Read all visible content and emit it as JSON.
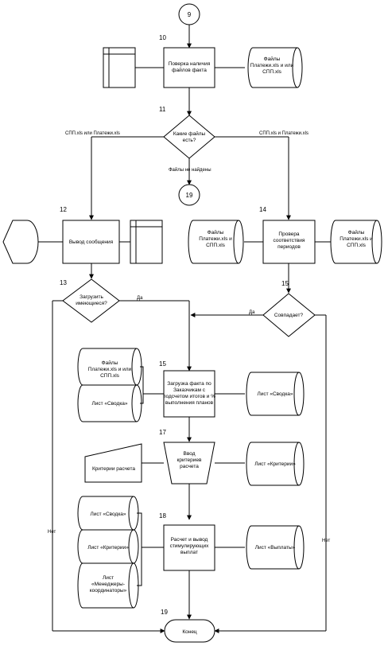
{
  "connectors": {
    "top": "9",
    "mid": "19"
  },
  "steps": {
    "n10": "10",
    "n11": "11",
    "n12": "12",
    "n13": "13",
    "n14": "14",
    "n15": "15",
    "n16": "15",
    "n17": "17",
    "n18": "18",
    "n19": "19"
  },
  "nodes": {
    "check_files": [
      "Поверка наличия",
      "файлов факта"
    ],
    "files_top": [
      "Файлы",
      "Платежи.xls и или",
      "СПП.xls"
    ],
    "which_files": [
      "Какие файлы",
      "есть?"
    ],
    "output_msg": "Вывод сообщения",
    "files_plat": [
      "Файлы",
      "Платежи.xls и",
      "СПП.xls"
    ],
    "check_periods": [
      "Провера",
      "соответствия",
      "периодов"
    ],
    "files_plat_right": [
      "Файлы",
      "Платежи.xls и",
      "СПП.xls"
    ],
    "load_existing": [
      "Загрузить",
      "имеющиеся?"
    ],
    "match": "Совпадает?",
    "files_mid": [
      "Файлы",
      "Платежи.xls и или",
      "СПП.xls"
    ],
    "sheet_summary_in": "Лист «Сводка»",
    "load_fact": [
      "Загрузка факта по",
      "Заказчикам с",
      "подсчетом итогов и %",
      "выполнения планов"
    ],
    "sheet_summary_out": "Лист «Сводка»",
    "criteria_input": "Критерии расчета",
    "enter_criteria": [
      "Ввод",
      "критериев",
      "расчета"
    ],
    "sheet_criteria_out": "Лист «Критерии»",
    "sheet_summary_stack": "Лист «Сводка»",
    "sheet_criteria_stack": "Лист «Критерии»",
    "sheet_managers": [
      "Лист",
      "«Менеджеры-",
      "координаторы»"
    ],
    "calc_output": [
      "Расчет и вывод",
      "стимулирующих",
      "выплат"
    ],
    "sheet_payments": "Лист «Выплаты»",
    "end": "Конец"
  },
  "edges": {
    "left_branch": "СПП.xls или Платежи.xls",
    "right_branch": "СПП.xls и Платежи.xls",
    "not_found": "Файлы не найдены",
    "yes_left": "Да",
    "yes_right": "Да",
    "no_left": "Нет",
    "no_right": "Нет"
  }
}
